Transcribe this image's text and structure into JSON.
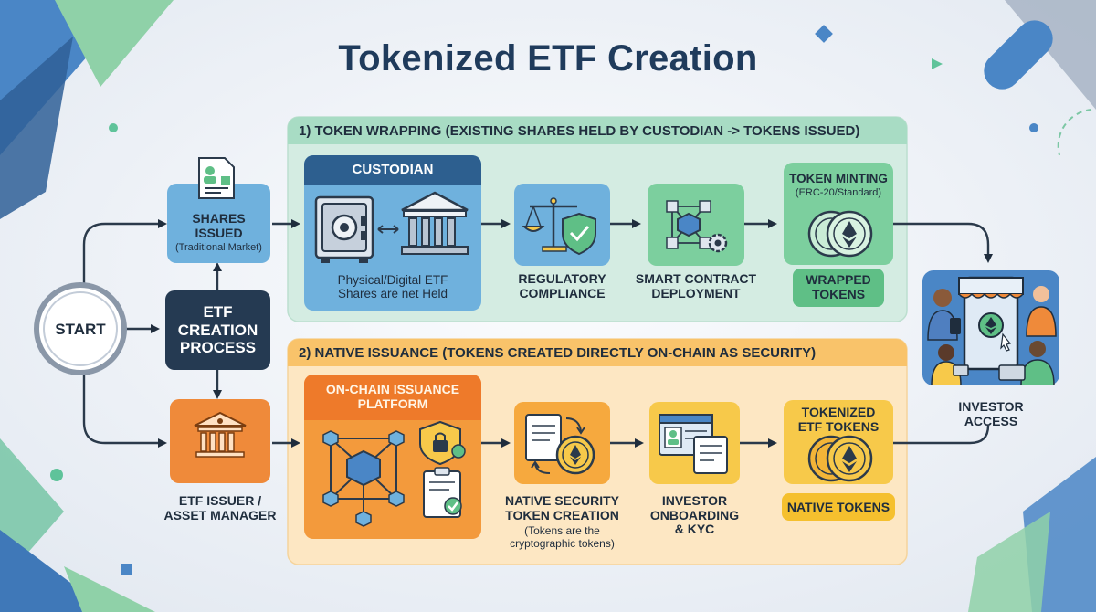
{
  "title": "Tokenized ETF Creation",
  "start": "START",
  "etf_process": [
    "ETF",
    "CREATION",
    "PROCESS"
  ],
  "shares_issued": {
    "label": [
      "SHARES",
      "ISSUED"
    ],
    "sub": "(Traditional Market)"
  },
  "etf_issuer": [
    "ETF ISSUER /",
    "ASSET MANAGER"
  ],
  "section1": {
    "title": "1) TOKEN WRAPPING (EXISTING SHARES HELD BY CUSTODIAN -> TOKENS ISSUED)",
    "custodian": {
      "header": "CUSTODIAN",
      "caption": [
        "Physical/Digital ETF",
        "Shares are net Held"
      ]
    },
    "regulatory": [
      "REGULATORY",
      "COMPLIANCE"
    ],
    "smart_contract": [
      "SMART CONTRACT",
      "DEPLOYMENT"
    ],
    "token_minting": {
      "label": "TOKEN MINTING",
      "sub": "(ERC-20/Standard)"
    },
    "wrapped": [
      "WRAPPED",
      "TOKENS"
    ]
  },
  "section2": {
    "title": "2) NATIVE ISSUANCE (TOKENS CREATED DIRECTLY ON-CHAIN AS SECURITY)",
    "platform": [
      "ON-CHAIN ISSUANCE",
      "PLATFORM"
    ],
    "native_creation": {
      "label": [
        "NATIVE SECURITY",
        "TOKEN CREATION"
      ],
      "sub": [
        "(Tokens are the",
        "cryptographic tokens)"
      ]
    },
    "onboarding": [
      "INVESTOR",
      "ONBOARDING",
      "& KYC"
    ],
    "tokenized": [
      "TOKENIZED",
      "ETF TOKENS"
    ],
    "native_tokens": "NATIVE TOKENS"
  },
  "investor_access": [
    "INVESTOR",
    "ACCESS"
  ],
  "colors": {
    "wrap_bg": "#d4ece2",
    "native_bg": "#fde7c3",
    "dark_navy": "#253a52",
    "blue_card": "#6fb1dd",
    "green_card": "#7ccf9e",
    "orange": "#ef8a3a",
    "yellow": "#f7c94a"
  }
}
